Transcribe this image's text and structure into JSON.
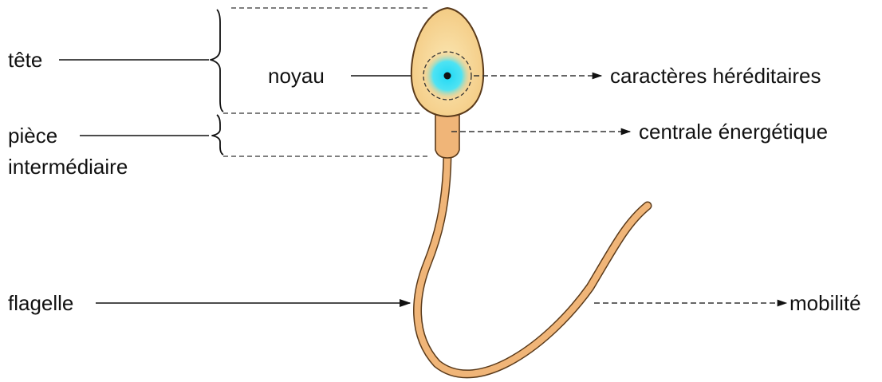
{
  "labels": {
    "tete": "tête",
    "piece_line1": "pièce",
    "piece_line2": "intermédiaire",
    "flagelle": "flagelle",
    "noyau": "noyau",
    "caracteres": "caractères héréditaires",
    "centrale": "centrale énergétique",
    "mobilite": "mobilité"
  },
  "colors": {
    "head_fill": "#f7d68d",
    "head_stroke": "#5a3a1a",
    "body_fill": "#f0b578",
    "nucleus": "#2ee0f0",
    "text": "#111111"
  }
}
